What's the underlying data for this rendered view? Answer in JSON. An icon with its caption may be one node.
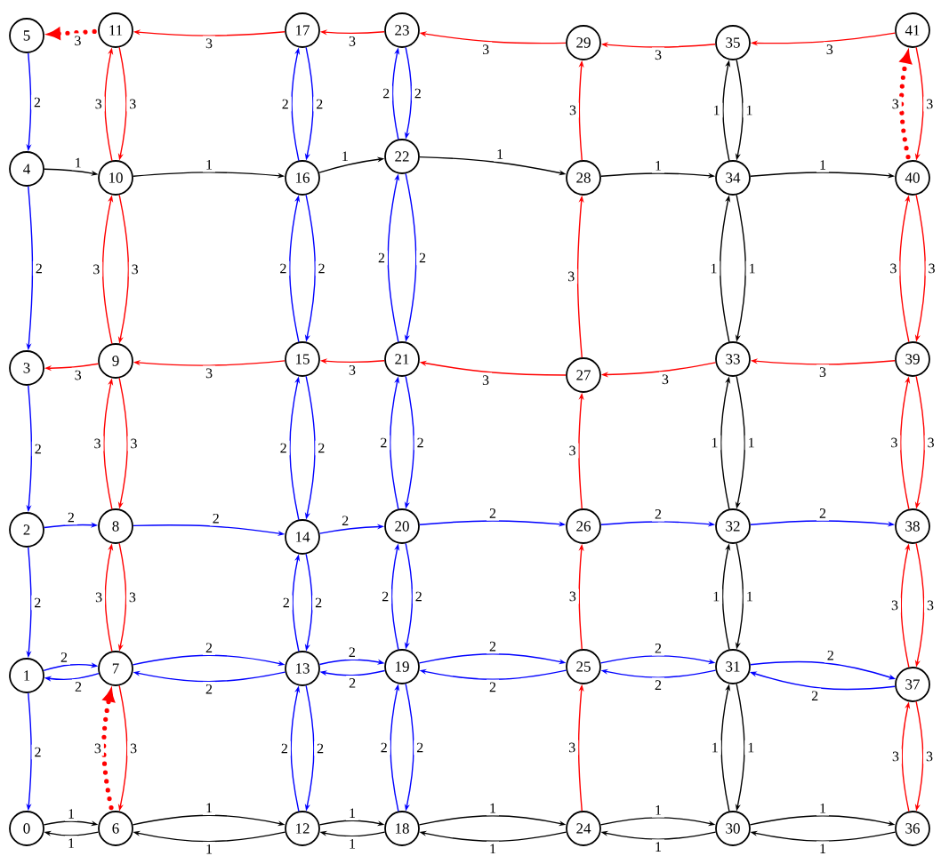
{
  "diagram": {
    "nodes": [
      {
        "text": [
          "0"
        ]
      },
      {
        "text": [
          "1"
        ]
      },
      {
        "text": [
          "2"
        ]
      },
      {
        "text": [
          "3"
        ]
      },
      {
        "text": [
          "4"
        ]
      },
      {
        "text": [
          "5"
        ]
      },
      {
        "text": [
          "6"
        ]
      },
      {
        "text": [
          "7"
        ]
      },
      {
        "text": [
          "8"
        ]
      },
      {
        "text": [
          "9"
        ]
      },
      {
        "text": [
          "10"
        ]
      },
      {
        "text": [
          "11"
        ]
      },
      {
        "text": [
          "12"
        ]
      },
      {
        "text": [
          "13"
        ]
      },
      {
        "text": [
          "14"
        ]
      },
      {
        "text": [
          "15"
        ]
      },
      {
        "text": [
          "16"
        ]
      },
      {
        "text": [
          "17"
        ]
      },
      {
        "text": [
          "18"
        ]
      },
      {
        "text": [
          "19"
        ]
      },
      {
        "text": [
          "20"
        ]
      },
      {
        "text": [
          "21"
        ]
      },
      {
        "text": [
          "22"
        ]
      },
      {
        "text": [
          "23"
        ]
      },
      {
        "text": [
          "24"
        ]
      },
      {
        "text": [
          "25"
        ]
      },
      {
        "text": [
          "26"
        ]
      },
      {
        "text": [
          "27"
        ]
      },
      {
        "text": [
          "28"
        ]
      },
      {
        "text": [
          "29"
        ]
      },
      {
        "text": [
          "30"
        ]
      },
      {
        "text": [
          "31"
        ]
      },
      {
        "text": [
          "32"
        ]
      },
      {
        "text": [
          "33"
        ]
      },
      {
        "text": [
          "34"
        ]
      },
      {
        "text": [
          "35"
        ]
      },
      {
        "text": [
          "36"
        ]
      },
      {
        "text": [
          "37"
        ]
      },
      {
        "text": [
          "38"
        ]
      },
      {
        "text": [
          "39"
        ]
      },
      {
        "text": [
          "40"
        ]
      },
      {
        "text": [
          "41"
        ]
      }
    ],
    "edges": [
      {
        "from": 5,
        "to": 4,
        "arrow": "to",
        "label": "2",
        "color": "#0000ff"
      },
      {
        "from": 4,
        "to": 3,
        "arrow": "to",
        "label": "2",
        "color": "#0000ff"
      },
      {
        "from": 3,
        "to": 2,
        "arrow": "to",
        "label": "2",
        "color": "#0000ff"
      },
      {
        "from": 2,
        "to": 1,
        "arrow": "to",
        "label": "2",
        "color": "#0000ff"
      },
      {
        "from": 1,
        "to": 0,
        "arrow": "to",
        "label": "2",
        "color": "#0000ff"
      },
      {
        "from": 0,
        "to": 6,
        "arrow": "to",
        "label": "1",
        "color": "#000000"
      },
      {
        "from": 6,
        "to": 0,
        "arrow": "to",
        "label": "1",
        "color": "#000000"
      },
      {
        "from": 1,
        "to": 7,
        "arrow": "to",
        "label": "2",
        "color": "#0000ff"
      },
      {
        "from": 7,
        "to": 1,
        "arrow": "to",
        "label": "2",
        "color": "#0000ff"
      },
      {
        "from": 2,
        "to": 8,
        "arrow": "to",
        "label": "2",
        "color": "#0000ff"
      },
      {
        "from": 9,
        "to": 3,
        "arrow": "to",
        "label": "3",
        "color": "#ff0000"
      },
      {
        "from": 4,
        "to": 10,
        "arrow": "to",
        "label": "1",
        "color": "#000000"
      },
      {
        "from": 11,
        "to": 5,
        "arrow": "to",
        "label": "3",
        "color": "#ff0000",
        "style": "dashed"
      },
      {
        "from": 6,
        "to": 7,
        "arrow": "to",
        "label": "3",
        "color": "#ff0000",
        "style": "dashed"
      },
      {
        "from": 7,
        "to": 6,
        "arrow": "to",
        "label": "3",
        "color": "#ff0000"
      },
      {
        "from": 7,
        "to": 8,
        "arrow": "to",
        "label": "3",
        "color": "#ff0000"
      },
      {
        "from": 8,
        "to": 7,
        "arrow": "to",
        "label": "3",
        "color": "#ff0000"
      },
      {
        "from": 8,
        "to": 9,
        "arrow": "to",
        "label": "3",
        "color": "#ff0000"
      },
      {
        "from": 9,
        "to": 8,
        "arrow": "to",
        "label": "3",
        "color": "#ff0000"
      },
      {
        "from": 9,
        "to": 10,
        "arrow": "to",
        "label": "3",
        "color": "#ff0000"
      },
      {
        "from": 10,
        "to": 9,
        "arrow": "to",
        "label": "3",
        "color": "#ff0000"
      },
      {
        "from": 10,
        "to": 11,
        "arrow": "to",
        "label": "3",
        "color": "#ff0000"
      },
      {
        "from": 11,
        "to": 10,
        "arrow": "to",
        "label": "3",
        "color": "#ff0000"
      },
      {
        "from": 6,
        "to": 12,
        "arrow": "to",
        "label": "1",
        "color": "#000000"
      },
      {
        "from": 12,
        "to": 6,
        "arrow": "to",
        "label": "1",
        "color": "#000000"
      },
      {
        "from": 7,
        "to": 13,
        "arrow": "to",
        "label": "2",
        "color": "#0000ff"
      },
      {
        "from": 13,
        "to": 7,
        "arrow": "to",
        "label": "2",
        "color": "#0000ff"
      },
      {
        "from": 8,
        "to": 14,
        "arrow": "to",
        "label": "2",
        "color": "#0000ff"
      },
      {
        "from": 15,
        "to": 9,
        "arrow": "to",
        "label": "3",
        "color": "#ff0000"
      },
      {
        "from": 10,
        "to": 16,
        "arrow": "to",
        "label": "1",
        "color": "#000000"
      },
      {
        "from": 17,
        "to": 11,
        "arrow": "to",
        "label": "3",
        "color": "#ff0000"
      },
      {
        "from": 12,
        "to": 13,
        "arrow": "to",
        "label": "2",
        "color": "#0000ff"
      },
      {
        "from": 13,
        "to": 12,
        "arrow": "to",
        "label": "2",
        "color": "#0000ff"
      },
      {
        "from": 13,
        "to": 14,
        "arrow": "to",
        "label": "2",
        "color": "#0000ff"
      },
      {
        "from": 14,
        "to": 13,
        "arrow": "to",
        "label": "2",
        "color": "#0000ff"
      },
      {
        "from": 14,
        "to": 15,
        "arrow": "to",
        "label": "2",
        "color": "#0000ff"
      },
      {
        "from": 15,
        "to": 14,
        "arrow": "to",
        "label": "2",
        "color": "#0000ff"
      },
      {
        "from": 15,
        "to": 16,
        "arrow": "to",
        "label": "2",
        "color": "#0000ff"
      },
      {
        "from": 16,
        "to": 15,
        "arrow": "to",
        "label": "2",
        "color": "#0000ff"
      },
      {
        "from": 16,
        "to": 17,
        "arrow": "to",
        "label": "2",
        "color": "#0000ff"
      },
      {
        "from": 17,
        "to": 16,
        "arrow": "to",
        "label": "2",
        "color": "#0000ff"
      },
      {
        "from": 12,
        "to": 18,
        "arrow": "to",
        "label": "1",
        "color": "#000000"
      },
      {
        "from": 18,
        "to": 12,
        "arrow": "to",
        "label": "1",
        "color": "#000000"
      },
      {
        "from": 13,
        "to": 19,
        "arrow": "to",
        "label": "2",
        "color": "#0000ff"
      },
      {
        "from": 19,
        "to": 13,
        "arrow": "to",
        "label": "2",
        "color": "#0000ff"
      },
      {
        "from": 14,
        "to": 20,
        "arrow": "to",
        "label": "2",
        "color": "#0000ff"
      },
      {
        "from": 21,
        "to": 15,
        "arrow": "to",
        "label": "3",
        "color": "#ff0000"
      },
      {
        "from": 16,
        "to": 22,
        "arrow": "to",
        "label": "1",
        "color": "#000000"
      },
      {
        "from": 23,
        "to": 17,
        "arrow": "to",
        "label": "3",
        "color": "#ff0000"
      },
      {
        "from": 18,
        "to": 19,
        "arrow": "to",
        "label": "2",
        "color": "#0000ff"
      },
      {
        "from": 19,
        "to": 18,
        "arrow": "to",
        "label": "2",
        "color": "#0000ff"
      },
      {
        "from": 19,
        "to": 20,
        "arrow": "to",
        "label": "2",
        "color": "#0000ff"
      },
      {
        "from": 20,
        "to": 19,
        "arrow": "to",
        "label": "2",
        "color": "#0000ff"
      },
      {
        "from": 20,
        "to": 21,
        "arrow": "to",
        "label": "2",
        "color": "#0000ff"
      },
      {
        "from": 21,
        "to": 20,
        "arrow": "to",
        "label": "2",
        "color": "#0000ff"
      },
      {
        "from": 21,
        "to": 22,
        "arrow": "to",
        "label": "2",
        "color": "#0000ff"
      },
      {
        "from": 22,
        "to": 21,
        "arrow": "to",
        "label": "2",
        "color": "#0000ff"
      },
      {
        "from": 22,
        "to": 23,
        "arrow": "to",
        "label": "2",
        "color": "#0000ff"
      },
      {
        "from": 23,
        "to": 22,
        "arrow": "to",
        "label": "2",
        "color": "#0000ff"
      },
      {
        "from": 18,
        "to": 24,
        "arrow": "to",
        "label": "1",
        "color": "#000000"
      },
      {
        "from": 24,
        "to": 18,
        "arrow": "to",
        "label": "1",
        "color": "#000000"
      },
      {
        "from": 19,
        "to": 25,
        "arrow": "to",
        "label": "2",
        "color": "#0000ff"
      },
      {
        "from": 25,
        "to": 19,
        "arrow": "to",
        "label": "2",
        "color": "#0000ff"
      },
      {
        "from": 20,
        "to": 26,
        "arrow": "to",
        "label": "2",
        "color": "#0000ff"
      },
      {
        "from": 27,
        "to": 21,
        "arrow": "to",
        "label": "3",
        "color": "#ff0000"
      },
      {
        "from": 22,
        "to": 28,
        "arrow": "to",
        "label": "1",
        "color": "#000000"
      },
      {
        "from": 29,
        "to": 23,
        "arrow": "to",
        "label": "3",
        "color": "#ff0000"
      },
      {
        "from": 24,
        "to": 25,
        "arrow": "to",
        "label": "3",
        "color": "#ff0000"
      },
      {
        "from": 25,
        "to": 26,
        "arrow": "to",
        "label": "3",
        "color": "#ff0000"
      },
      {
        "from": 26,
        "to": 27,
        "arrow": "to",
        "label": "3",
        "color": "#ff0000"
      },
      {
        "from": 27,
        "to": 28,
        "arrow": "to",
        "label": "3",
        "color": "#ff0000"
      },
      {
        "from": 28,
        "to": 29,
        "arrow": "to",
        "label": "3",
        "color": "#ff0000"
      },
      {
        "from": 24,
        "to": 30,
        "arrow": "to",
        "label": "1",
        "color": "#000000"
      },
      {
        "from": 30,
        "to": 24,
        "arrow": "to",
        "label": "1",
        "color": "#000000"
      },
      {
        "from": 25,
        "to": 31,
        "arrow": "to",
        "label": "2",
        "color": "#0000ff"
      },
      {
        "from": 31,
        "to": 25,
        "arrow": "to",
        "label": "2",
        "color": "#0000ff"
      },
      {
        "from": 26,
        "to": 32,
        "arrow": "to",
        "label": "2",
        "color": "#0000ff"
      },
      {
        "from": 33,
        "to": 27,
        "arrow": "to",
        "label": "3",
        "color": "#ff0000"
      },
      {
        "from": 28,
        "to": 34,
        "arrow": "to",
        "label": "1",
        "color": "#000000"
      },
      {
        "from": 35,
        "to": 29,
        "arrow": "to",
        "label": "3",
        "color": "#ff0000"
      },
      {
        "from": 30,
        "to": 31,
        "arrow": "to",
        "label": "1",
        "color": "#000000"
      },
      {
        "from": 31,
        "to": 30,
        "arrow": "to",
        "label": "1",
        "color": "#000000"
      },
      {
        "from": 31,
        "to": 32,
        "arrow": "to",
        "label": "1",
        "color": "#000000"
      },
      {
        "from": 32,
        "to": 31,
        "arrow": "to",
        "label": "1",
        "color": "#000000"
      },
      {
        "from": 32,
        "to": 33,
        "arrow": "to",
        "label": "1",
        "color": "#000000"
      },
      {
        "from": 33,
        "to": 32,
        "arrow": "to",
        "label": "1",
        "color": "#000000"
      },
      {
        "from": 33,
        "to": 34,
        "arrow": "to",
        "label": "1",
        "color": "#000000"
      },
      {
        "from": 34,
        "to": 33,
        "arrow": "to",
        "label": "1",
        "color": "#000000"
      },
      {
        "from": 34,
        "to": 35,
        "arrow": "to",
        "label": "1",
        "color": "#000000"
      },
      {
        "from": 35,
        "to": 34,
        "arrow": "to",
        "label": "1",
        "color": "#000000"
      },
      {
        "from": 30,
        "to": 36,
        "arrow": "to",
        "label": "1",
        "color": "#000000"
      },
      {
        "from": 36,
        "to": 30,
        "arrow": "to",
        "label": "1",
        "color": "#000000"
      },
      {
        "from": 31,
        "to": 37,
        "arrow": "to",
        "label": "2",
        "color": "#0000ff"
      },
      {
        "from": 37,
        "to": 31,
        "arrow": "to",
        "label": "2",
        "color": "#0000ff"
      },
      {
        "from": 32,
        "to": 38,
        "arrow": "to",
        "label": "2",
        "color": "#0000ff"
      },
      {
        "from": 39,
        "to": 33,
        "arrow": "to",
        "label": "3",
        "color": "#ff0000"
      },
      {
        "from": 34,
        "to": 40,
        "arrow": "to",
        "label": "1",
        "color": "#000000"
      },
      {
        "from": 41,
        "to": 35,
        "arrow": "to",
        "label": "3",
        "color": "#ff0000"
      },
      {
        "from": 36,
        "to": 37,
        "arrow": "to",
        "label": "3",
        "color": "#ff0000"
      },
      {
        "from": 37,
        "to": 36,
        "arrow": "to",
        "label": "3",
        "color": "#ff0000"
      },
      {
        "from": 37,
        "to": 38,
        "arrow": "to",
        "label": "3",
        "color": "#ff0000"
      },
      {
        "from": 38,
        "to": 37,
        "arrow": "to",
        "label": "3",
        "color": "#ff0000"
      },
      {
        "from": 38,
        "to": 39,
        "arrow": "to",
        "label": "3",
        "color": "#ff0000"
      },
      {
        "from": 39,
        "to": 38,
        "arrow": "to",
        "label": "3",
        "color": "#ff0000"
      },
      {
        "from": 39,
        "to": 40,
        "arrow": "to",
        "label": "3",
        "color": "#ff0000"
      },
      {
        "from": 40,
        "to": 39,
        "arrow": "to",
        "label": "3",
        "color": "#ff0000"
      },
      {
        "from": 40,
        "to": 41,
        "arrow": "to",
        "label": "3",
        "color": "#ff0000",
        "style": "dashed"
      },
      {
        "from": 41,
        "to": 40,
        "arrow": "to",
        "label": "3",
        "color": "#ff0000"
      }
    ]
  }
}
